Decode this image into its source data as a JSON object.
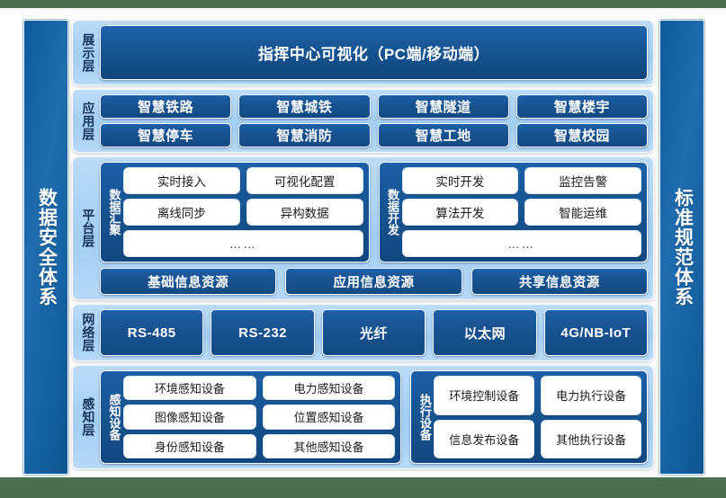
{
  "diagram": {
    "title_left_pillar": "数据安全体系",
    "title_right_pillar": "标准规范体系"
  },
  "layers": {
    "presentation": {
      "label": "展示层",
      "banner": "指挥中心可视化（PC端/移动端）"
    },
    "application": {
      "label": "应用层",
      "items": [
        "智慧铁路",
        "智慧城铁",
        "智慧隧道",
        "智慧楼宇",
        "智慧停车",
        "智慧消防",
        "智慧工地",
        "智慧校园"
      ]
    },
    "platform": {
      "label": "平台层",
      "groups": [
        {
          "title": "数据汇聚",
          "items": [
            "实时接入",
            "可视化配置",
            "离线同步",
            "异构数据"
          ],
          "more": "……"
        },
        {
          "title": "数据开发",
          "items": [
            "实时开发",
            "监控告警",
            "算法开发",
            "智能运维"
          ],
          "more": "……"
        }
      ],
      "resources": [
        "基础信息资源",
        "应用信息资源",
        "共享信息资源"
      ]
    },
    "network": {
      "label": "网络层",
      "items": [
        "RS-485",
        "RS-232",
        "光纤",
        "以太网",
        "4G/NB-IoT"
      ]
    },
    "sensing": {
      "label": "感知层",
      "groups": [
        {
          "title": "感知设备",
          "items": [
            "环境感知设备",
            "电力感知设备",
            "图像感知设备",
            "位置感知设备",
            "身份感知设备",
            "其他感知设备"
          ]
        },
        {
          "title": "执行设备",
          "items": [
            "环境控制设备",
            "电力执行设备",
            "信息发布设备",
            "其他执行设备"
          ]
        }
      ]
    }
  },
  "colors": {
    "dark_blue": "#17538f",
    "light_blue": "#a3cdf2",
    "pillar_blue": "#15609f",
    "page_background": "#4a7050",
    "panel_white": "#ffffff"
  }
}
